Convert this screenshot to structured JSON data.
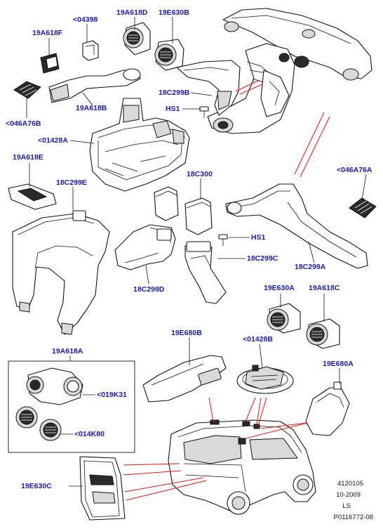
{
  "labels": {
    "l19A618F": "19A618F",
    "l04398": "<04398",
    "l19A618D": "19A618D",
    "l19E630B": "19E630B",
    "l046A76B": "<046A76B",
    "l19A618B": "19A618B",
    "l18C299B": "18C299B",
    "lHS1a": "HS1",
    "l01428A": "<01428A",
    "l19A618E": "19A618E",
    "l18C299E": "18C299E",
    "l18C300": "18C300",
    "l046A76A": "<046A76A",
    "lHS1b": "HS1",
    "l18C299C": "18C299C",
    "l18C299A": "18C299A",
    "l18C299D": "18C299D",
    "l19E630A": "19E630A",
    "l19A618C": "19A618C",
    "l19E680B": "19E680B",
    "l01428B": "<01428B",
    "l19A618A": "19A618A",
    "l19E680A": "19E680A",
    "l019K31": "<019K31",
    "l014K80": "<014K80",
    "l19E630C": "19E630C"
  },
  "footer": {
    "code": "4120105",
    "date": "10-2009",
    "ls": "LS",
    "ref": "P0116772-08"
  },
  "colors": {
    "label": "#1a1aa6",
    "leader_red": "#e01818",
    "line": "#111111"
  }
}
